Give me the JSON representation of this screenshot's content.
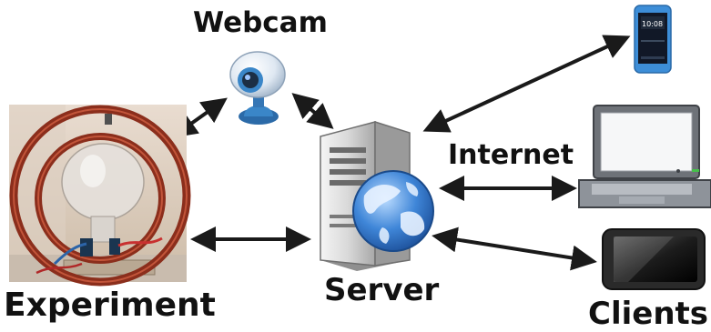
{
  "labels": {
    "webcam": "Webcam",
    "internet": "Internet",
    "server": "Server",
    "experiment": "Experiment",
    "clients": "Clients"
  },
  "icons": {
    "webcam": "webcam-icon",
    "server": "server-icon",
    "globe": "globe-icon",
    "experiment": "experiment-photo",
    "smartphone": "smartphone-icon",
    "laptop": "laptop-icon",
    "tablet": "tablet-icon"
  },
  "connections": [
    "webcam-experiment",
    "webcam-server",
    "experiment-server",
    "server-smartphone",
    "server-laptop",
    "server-tablet"
  ],
  "colors": {
    "arrow": "#1a1a1a",
    "coil": "#8b2e1c",
    "webcam_blue": "#3a86c8",
    "globe_blue": "#2f6fc1",
    "phone_blue": "#3d8ed8"
  }
}
